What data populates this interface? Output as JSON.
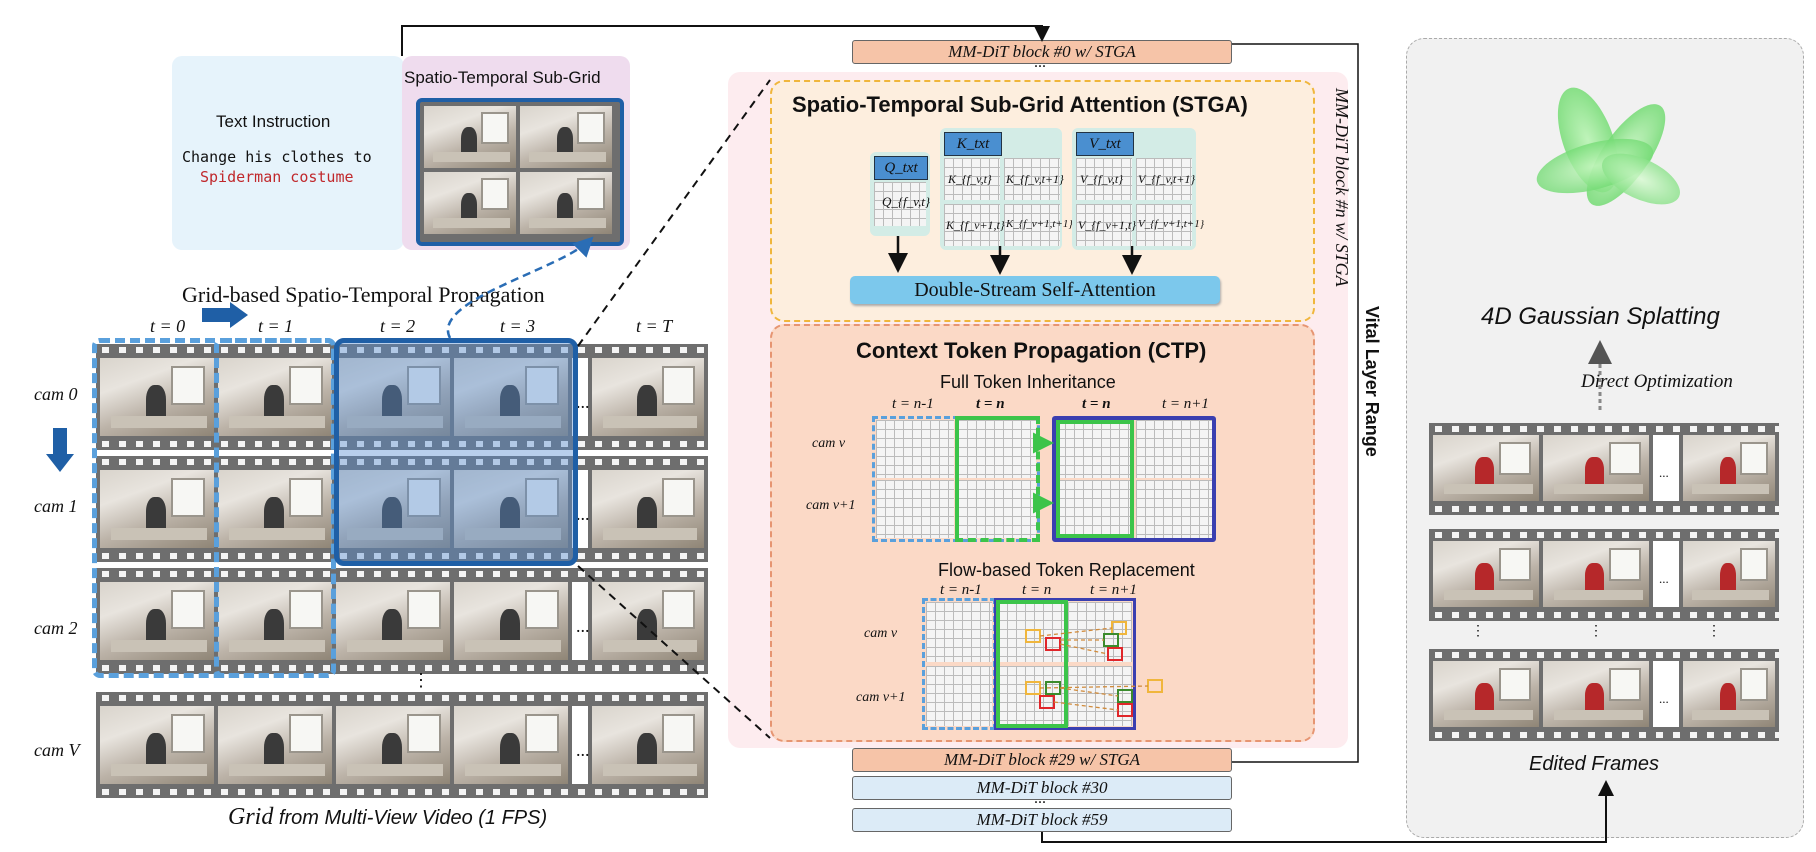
{
  "text_instruction": {
    "title": "Text Instruction",
    "line1": "Change his clothes to",
    "line2": "Spiderman costume"
  },
  "subgrid_label": "Spatio-Temporal Sub-Grid",
  "propagation_title": "Grid-based  Spatio-Temporal  Propagation",
  "time_labels": [
    "t = 0",
    "t = 1",
    "t = 2",
    "t = 3",
    "t = T"
  ],
  "cam_labels": [
    "cam 0",
    "cam 1",
    "cam 2",
    "cam V"
  ],
  "grid_caption_a": "Grid",
  "grid_caption_b": "from Multi-View Video (1 FPS)",
  "ellipsis": "...",
  "ellipsis_v": "⋮",
  "blocks": {
    "b0": "MM-DiT block #0 w/ STGA",
    "b29": "MM-DiT block #29 w/ STGA",
    "b30": "MM-DiT block #30",
    "b59": "MM-DiT block #59",
    "bn": "MM-DiT block #n  w/ STGA"
  },
  "vital_range": "Vital Layer Range",
  "stga": {
    "title": "Spatio-Temporal Sub-Grid Attention (STGA)",
    "q_head": "Q_txt",
    "k_head": "K_txt",
    "v_head": "V_txt",
    "q_cell": "Q_{f_v,t}",
    "k_cells": [
      "K_{f_v,t}",
      "K_{f_v,t+1}",
      "K_{f_v+1,t}",
      "K_{f_v+1,t+1}"
    ],
    "v_cells": [
      "V_{f_v,t}",
      "V_{f_v,t+1}",
      "V_{f_v+1,t}",
      "V_{f_v+1,t+1}"
    ],
    "attention": "Double-Stream Self-Attention"
  },
  "ctp": {
    "title": "Context Token Propagation (CTP)",
    "full_title": "Full Token Inheritance",
    "full_times": [
      "t = n-1",
      "t = n",
      "t = n",
      "t = n+1"
    ],
    "full_cams": [
      "cam v",
      "cam v+1"
    ],
    "flow_title": "Flow-based Token Replacement",
    "flow_times": [
      "t = n-1",
      "t = n",
      "t = n+1"
    ],
    "flow_cams": [
      "cam v",
      "cam v+1"
    ]
  },
  "right": {
    "title": "4D Gaussian Splatting",
    "direct": "Direct Optimization",
    "edited": "Edited Frames"
  },
  "colors": {
    "accent_blue": "#1f5fa6",
    "light_blue": "#5aa0dc",
    "green": "#3cc44a",
    "purple": "#3a3fb0",
    "red_text": "#c0282c",
    "orange_dash": "#f0b63c"
  }
}
